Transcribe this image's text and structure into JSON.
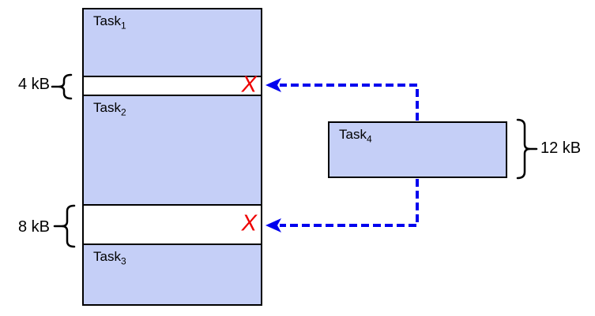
{
  "diagram": {
    "memory_column": {
      "tasks": [
        {
          "base": "Task",
          "sub": "1"
        },
        {
          "base": "Task",
          "sub": "2"
        },
        {
          "base": "Task",
          "sub": "3"
        }
      ],
      "free_gaps": [
        {
          "size_label": "4 kB",
          "reject_mark": "X"
        },
        {
          "size_label": "8 kB",
          "reject_mark": "X"
        }
      ]
    },
    "incoming_task": {
      "base": "Task",
      "sub": "4",
      "size_label": "12 kB"
    }
  },
  "colors": {
    "task_fill": "#c5cff7",
    "free_fill": "#ffffff",
    "border": "#000000",
    "arrow_blue": "#0000ee",
    "reject_red": "#ee0000",
    "background": "#ffffff",
    "text": "#000000"
  }
}
